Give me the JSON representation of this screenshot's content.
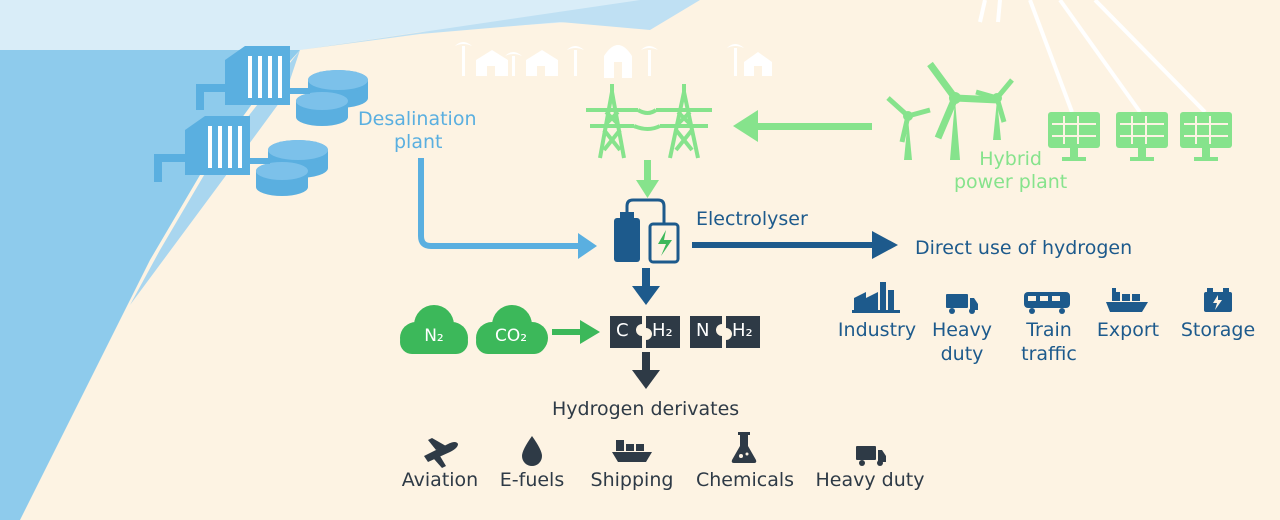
{
  "labels": {
    "desalination_line1": "Desalination",
    "desalination_line2": "plant",
    "hybrid_line1": "Hybrid",
    "hybrid_line2": "power plant",
    "electrolyser": "Electrolyser",
    "direct_use": "Direct use of hydrogen",
    "derivates": "Hydrogen derivates"
  },
  "direct_uses": [
    {
      "line1": "Industry",
      "line2": "",
      "icon": "factory-icon"
    },
    {
      "line1": "Heavy",
      "line2": "duty",
      "icon": "truck-icon"
    },
    {
      "line1": "Train",
      "line2": "traffic",
      "icon": "train-icon"
    },
    {
      "line1": "Export",
      "line2": "",
      "icon": "ship-icon"
    },
    {
      "line1": "Storage",
      "line2": "",
      "icon": "battery-icon"
    }
  ],
  "derivate_uses": [
    {
      "label": "Aviation",
      "icon": "airplane-icon"
    },
    {
      "label": "E-fuels",
      "icon": "fuel-drop-icon"
    },
    {
      "label": "Shipping",
      "icon": "ship-icon"
    },
    {
      "label": "Chemicals",
      "icon": "flask-icon"
    },
    {
      "label": "Heavy duty",
      "icon": "truck-icon"
    }
  ],
  "inputs": {
    "n2": "N₂",
    "co2": "CO₂"
  },
  "molecules": {
    "c": "C",
    "h2_a": "H₂",
    "n": "N",
    "h2_b": "H₂"
  },
  "colors": {
    "sand": "#fdf3e3",
    "water": "#8ecbec",
    "sky": "#d9edf8",
    "blue": "#5aafe0",
    "green": "#86e38c",
    "cloud_green": "#3cb85a",
    "navy": "#1d5a8c",
    "dark": "#2e3a46"
  }
}
